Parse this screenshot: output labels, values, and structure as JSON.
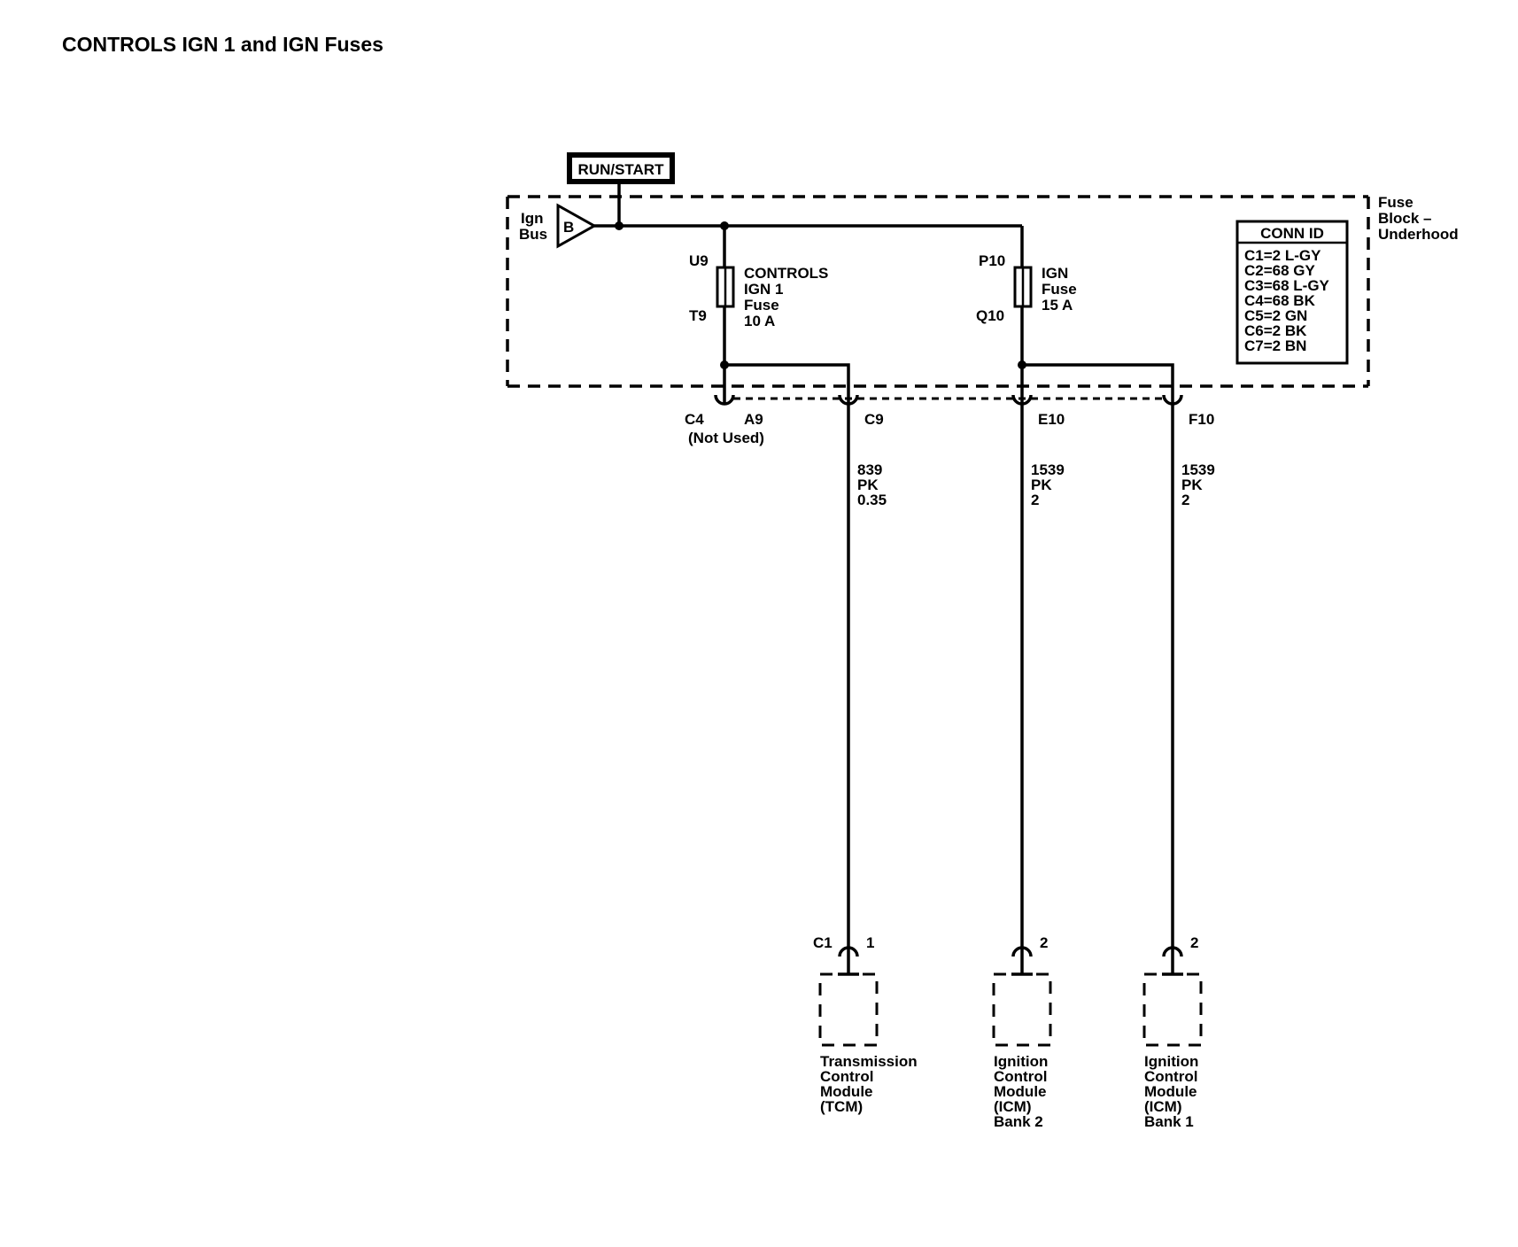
{
  "title": "CONTROLS IGN 1 and IGN Fuses",
  "run_start_label": "RUN/START",
  "ign_bus": {
    "line1": "Ign",
    "line2": "Bus",
    "symbol": "B"
  },
  "fuse_block_label": [
    "Fuse",
    "Block –",
    "Underhood"
  ],
  "conn_id": {
    "header": "CONN ID",
    "rows": [
      "C1=2 L-GY",
      "C2=68 GY",
      "C3=68 L-GY",
      "C4=68 BK",
      "C5=2 GN",
      "C6=2 BK",
      "C7=2 BN"
    ]
  },
  "fuses": [
    {
      "top_pin": "U9",
      "bottom_pin": "T9",
      "label": [
        "CONTROLS",
        "IGN 1",
        "Fuse",
        "10 A"
      ]
    },
    {
      "top_pin": "P10",
      "bottom_pin": "Q10",
      "label": [
        "IGN",
        "Fuse",
        "15 A"
      ]
    }
  ],
  "connectors": {
    "c4_label": "C4",
    "a9_pin": "A9",
    "a9_note": "(Not Used)",
    "c9_pin": "C9",
    "e10_pin": "E10",
    "f10_pin": "F10"
  },
  "wires": [
    {
      "circuit": "839",
      "color": "PK",
      "gauge": "0.35"
    },
    {
      "circuit": "1539",
      "color": "PK",
      "gauge": "2"
    },
    {
      "circuit": "1539",
      "color": "PK",
      "gauge": "2"
    }
  ],
  "modules": [
    {
      "connector": "C1",
      "pin": "1",
      "name": [
        "Transmission",
        "Control",
        "Module",
        "(TCM)"
      ]
    },
    {
      "connector": "",
      "pin": "2",
      "name": [
        "Ignition",
        "Control",
        "Module",
        "(ICM)",
        "Bank 2"
      ]
    },
    {
      "connector": "",
      "pin": "2",
      "name": [
        "Ignition",
        "Control",
        "Module",
        "(ICM)",
        "Bank 1"
      ]
    }
  ]
}
